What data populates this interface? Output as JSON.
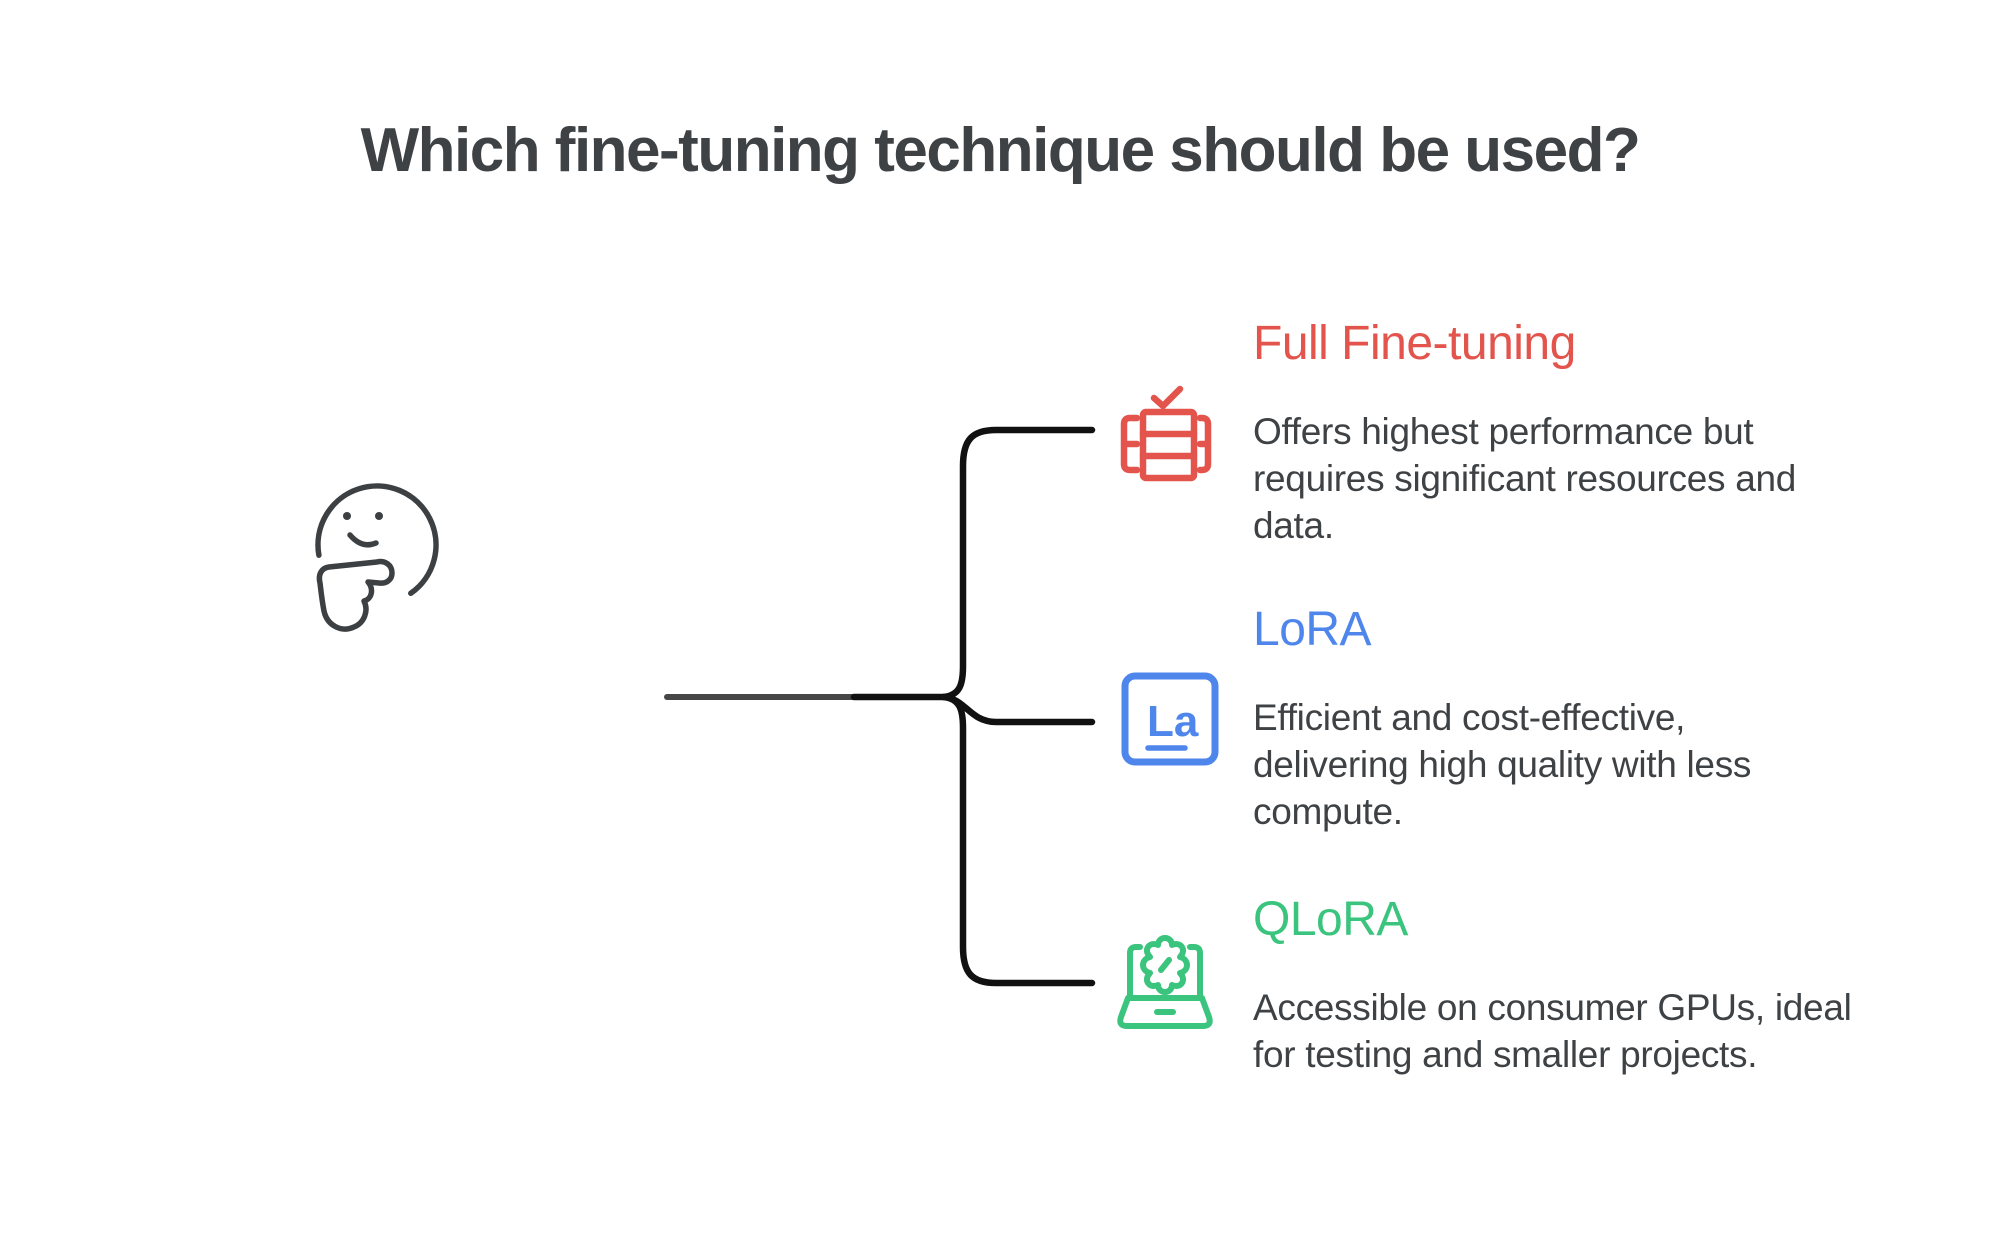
{
  "title": "Which fine-tuning technique should be used?",
  "root": {
    "icon": "thinking-face-icon"
  },
  "items": [
    {
      "title": "Full Fine-tuning",
      "description": "Offers highest performance but\nrequires significant resources and\ndata.",
      "color": "#E2544C",
      "icon": "server-checked-icon"
    },
    {
      "title": "LoRA",
      "description": "Efficient and cost-effective,\ndelivering high quality with less\ncompute.",
      "color": "#4E86EC",
      "icon": "lora-element-icon",
      "icon_text": "La"
    },
    {
      "title": "QLoRA",
      "description": "Accessible on consumer GPUs, ideal\nfor testing and smaller projects.",
      "color": "#3BC47D",
      "icon": "laptop-gear-icon"
    }
  ],
  "colors": {
    "heading_red": "#E2544C",
    "heading_blue": "#4E86EC",
    "heading_green": "#3BC47D",
    "body_text": "#3F4245",
    "branch_line": "#111111",
    "root_line": "#474747",
    "background": "#FFFFFF"
  }
}
